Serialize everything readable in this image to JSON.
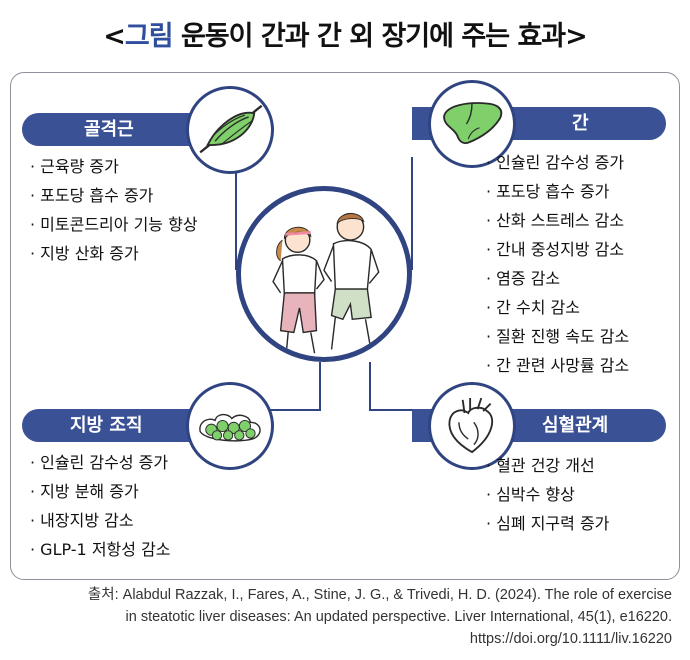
{
  "title": {
    "open_bracket": "<",
    "highlight": "그림",
    "text": " 운동이 간과 간 외 장기에 주는 효과",
    "close_bracket": ">"
  },
  "sections": {
    "muscle": {
      "label": "골격근",
      "icon": "muscle-icon",
      "items": [
        "근육량 증가",
        "포도당 흡수 증가",
        "미토콘드리아 기능 향상",
        "지방 산화 증가"
      ]
    },
    "liver": {
      "label": "간",
      "icon": "liver-icon",
      "items": [
        "인슐린 감수성 증가",
        "포도당 흡수 증가",
        "산화 스트레스 감소",
        "간내 중성지방 감소",
        "염증 감소",
        "간 수치 감소",
        "질환 진행 속도 감소",
        "간 관련 사망률 감소"
      ]
    },
    "fat": {
      "label": "지방 조직",
      "icon": "fat-tissue-icon",
      "items": [
        "인슐린 감수성 증가",
        "지방 분해 증가",
        "내장지방 감소",
        "GLP-1 저항성 감소"
      ]
    },
    "heart": {
      "label": "심혈관계",
      "icon": "heart-icon",
      "items": [
        "혈관 건강 개선",
        "심박수 향상",
        "심폐 지구력 증가"
      ]
    }
  },
  "source": {
    "line1": "출처: Alabdul Razzak, I., Fares, A., Stine, J. G., & Trivedi, H. D. (2024). The role of exercise",
    "line2": "in steatotic liver diseases: An updated perspective. Liver International, 45(1), e16220.",
    "line3": "https://doi.org/10.1111/liv.16220"
  },
  "colors": {
    "navy": "#3a5196",
    "circle_border": "#2f4480",
    "accent_green": "#7fcf6a",
    "panel_border": "#8d9199"
  }
}
